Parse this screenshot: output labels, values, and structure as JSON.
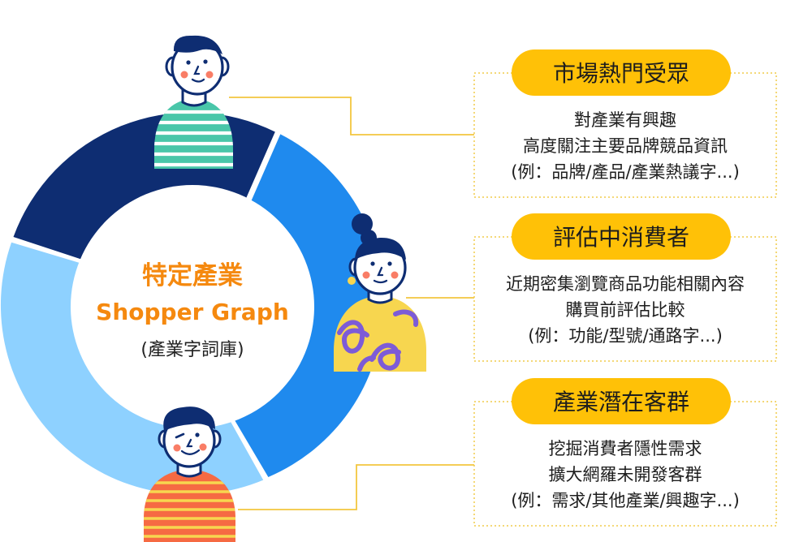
{
  "center": {
    "title": "特定產業",
    "subtitle": "Shopper Graph",
    "note": "(產業字詞庫)"
  },
  "colors": {
    "dark_navy": "#0E2D72",
    "mid_blue": "#1F8AEE",
    "light_blue": "#8ED1FF",
    "orange_text": "#F5890F",
    "yellow": "#FFC107",
    "teal_stripes": "#49C6A9",
    "yellow_shirt": "#F7D64F",
    "coral_shirt": "#F66A43",
    "purple_pattern": "#7D5BD7"
  },
  "segments": [
    {
      "name": "市場熱門受眾",
      "lines": [
        "對產業有興趣",
        "高度關注主要品牌競品資訊",
        "(例：品牌/產品/產業熱議字...)"
      ]
    },
    {
      "name": "評估中消費者",
      "lines": [
        "近期密集瀏覽商品功能相關內容",
        "購買前評估比較",
        "(例：功能/型號/通路字...)"
      ]
    },
    {
      "name": "產業潛在客群",
      "lines": [
        "挖掘消費者隱性需求",
        "擴大網羅未開發客群",
        "(例：需求/其他產業/興趣字...)"
      ]
    }
  ]
}
